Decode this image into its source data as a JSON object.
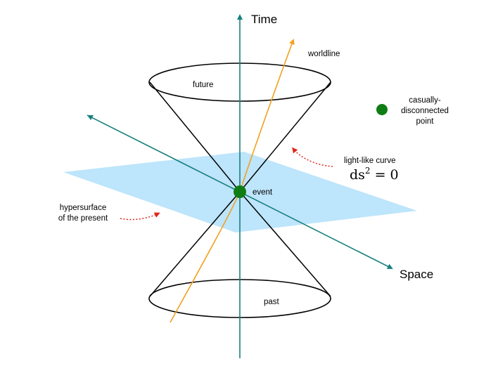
{
  "labels": {
    "time": "Time",
    "space": "Space",
    "worldline": "worldline",
    "future": "future",
    "past": "past",
    "event": "event",
    "casually_line1": "casually-",
    "casually_line2": "disconnected",
    "casually_line3": "point",
    "lightlike": "light-like curve",
    "ds_base": "ds",
    "ds_exp": "2",
    "ds_rest": " = 0",
    "hyper_line1": "hypersurface",
    "hyper_line2": "of the present"
  },
  "colors": {
    "axis": "#17807e",
    "worldline": "#f2a01c",
    "cone": "#000000",
    "plane_fill": "#bde5fb",
    "event_dot": "#0f7d14",
    "arrow_dotted": "#e0271c"
  }
}
